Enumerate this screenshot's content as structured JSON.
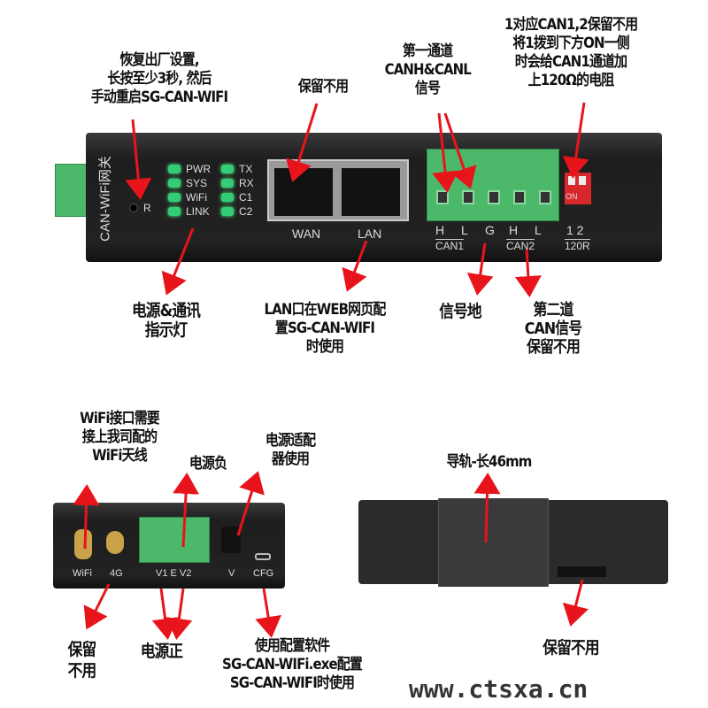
{
  "annotations": {
    "reset": [
      "恢复出厂设置,",
      "长按至少3秒, 然后",
      "手动重启SG-CAN-WIFI"
    ],
    "wan_reserved": [
      "保留不用"
    ],
    "can1_signal": [
      "第一通道",
      "CANH&CANL",
      "信号"
    ],
    "dip_note": [
      "1对应CAN1,2保留不用",
      "将1拨到下方ON一侧",
      "时会给CAN1通道加",
      "上120Ω的电阻"
    ],
    "leds": [
      "电源&通讯",
      "指示灯"
    ],
    "lan_note": [
      "LAN口在WEB网页配",
      "置SG-CAN-WIFI",
      "时使用"
    ],
    "ground": [
      "信号地"
    ],
    "can2": [
      "第二道",
      "CAN信号",
      "保留不用"
    ],
    "wifi_antenna": [
      "WiFi接口需要",
      "接上我司配的",
      "WiFi天线"
    ],
    "power_neg": [
      "电源负"
    ],
    "adapter": [
      "电源适配",
      "器使用"
    ],
    "rail": [
      "导轨-长46mm"
    ],
    "reserved_4g": [
      "保留",
      "不用"
    ],
    "power_pos": [
      "电源正"
    ],
    "cfg": [
      "使用配置软件",
      "SG-CAN-WIFi.exe配置",
      "SG-CAN-WIFI时使用"
    ],
    "reserved_right": [
      "保留不用"
    ]
  },
  "front_panel": {
    "brand": "CAN-WiFi网关",
    "reset_label": "R",
    "leds_left": [
      "PWR",
      "SYS",
      "WiFi",
      "LINK"
    ],
    "leds_right": [
      "TX",
      "RX",
      "C1",
      "C2"
    ],
    "ports": [
      "WAN",
      "LAN"
    ],
    "terminal_pins": [
      "H",
      "L",
      "G",
      "H",
      "L"
    ],
    "can1": "CAN1",
    "can2": "CAN2",
    "dip_nums": "1 2",
    "dip_on": "ON",
    "dip_label": "120R"
  },
  "bottom_panel": {
    "labels": [
      "WiFi",
      "4G",
      "V1 E V2",
      "V",
      "CFG"
    ]
  },
  "watermark": "www.ctsxa.cn",
  "colors": {
    "arrow": "#e8141c",
    "device": "#222222",
    "terminal": "#4cb86a",
    "dip": "#d8282c"
  }
}
